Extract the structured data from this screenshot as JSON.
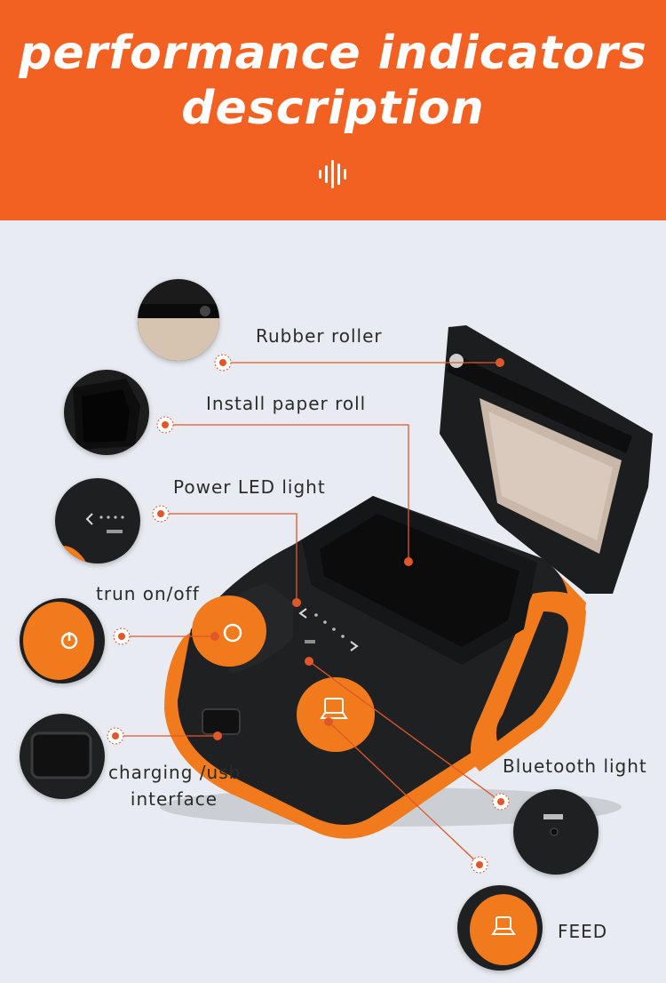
{
  "header": {
    "title_line1": "performance indicators",
    "title_line2": "description",
    "icon": "soundwave-icon",
    "background_color": "#f26122"
  },
  "accent_color": "#e2572a",
  "callouts": [
    {
      "label": "Rubber roller",
      "icon": "rubber-roller-thumbnail"
    },
    {
      "label": "Install paper roll",
      "icon": "paper-compartment-thumbnail"
    },
    {
      "label": "Power LED light",
      "icon": "power-led-thumbnail"
    },
    {
      "label": "trun on/off",
      "icon": "power-button-thumbnail"
    },
    {
      "label_line1": "charging /usb",
      "label_line2": "interface",
      "icon": "usb-port-thumbnail"
    },
    {
      "label": "Bluetooth light",
      "icon": "bluetooth-light-thumbnail"
    },
    {
      "label": "FEED",
      "icon": "feed-button-thumbnail"
    }
  ],
  "product": {
    "name": "portable-thermal-printer",
    "body_color": "#1f2022",
    "trim_color": "#f07a1c"
  }
}
